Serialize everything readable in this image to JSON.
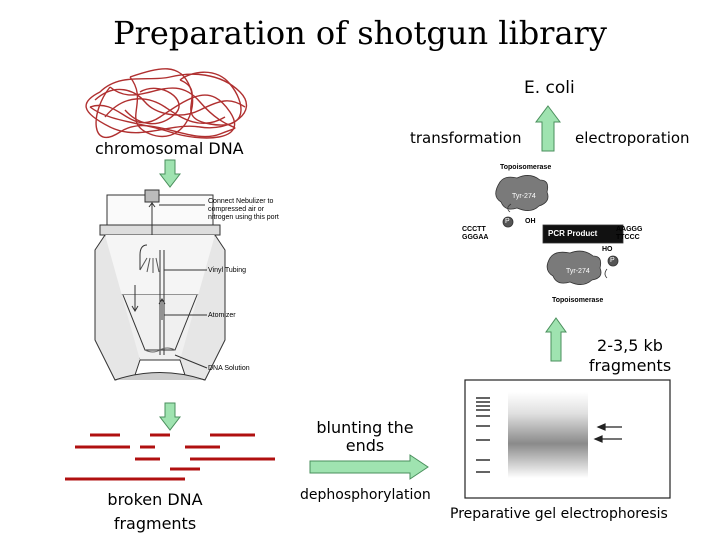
{
  "title": "Preparation of shotgun library",
  "labels": {
    "ecoli": "E. coli",
    "chromosomal_dna": "chromosomal DNA",
    "transformation": "transformation",
    "electroporation": "electroporation",
    "fragments_size_line1": "2-3,5 kb",
    "fragments_size_line2": "fragments",
    "blunting_line1": "blunting the",
    "blunting_line2": "ends",
    "dephosphorylation": "dephosphorylation",
    "broken_line1": "broken DNA",
    "broken_line2": "fragments",
    "gel": "Preparative gel electrophoresis"
  },
  "nebulizer": {
    "connect_line1": "Connect Nebulizer to",
    "connect_line2": "compressed air or",
    "connect_line3": "nitrogen using this port",
    "vinyl_tubing": "Vinyl Tubing",
    "atomizer": "Atomizer",
    "dna_solution": "DNA Solution"
  },
  "topo": {
    "topoisomerase_top": "Topoisomerase",
    "tyr_top": "Tyr-274",
    "oh": "OH",
    "seq_left_1": "CCCTT",
    "seq_left_2": "GGGAA",
    "pcr_product": "PCR Product",
    "seq_right_1": "AAGGG",
    "seq_right_2": "TTCCC",
    "ho": "HO",
    "tyr_bottom": "Tyr-274",
    "topoisomerase_bottom": "Topoisomerase",
    "p": "P"
  },
  "colors": {
    "arrow_fill": "#9fe3b0",
    "arrow_stroke": "#4a8f5c",
    "dna_red": "#b01010",
    "chromosome_red": "#b03030"
  }
}
